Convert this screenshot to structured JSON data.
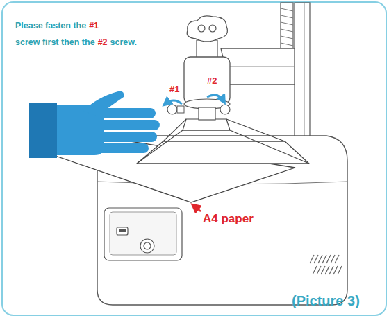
{
  "diagram": {
    "caption": "(Picture 3)",
    "labels": [
      "Please fasten the",
      "#1",
      "screw first then the",
      "#2",
      "screw.",
      "#1",
      "#2",
      "A4 paper"
    ]
  }
}
